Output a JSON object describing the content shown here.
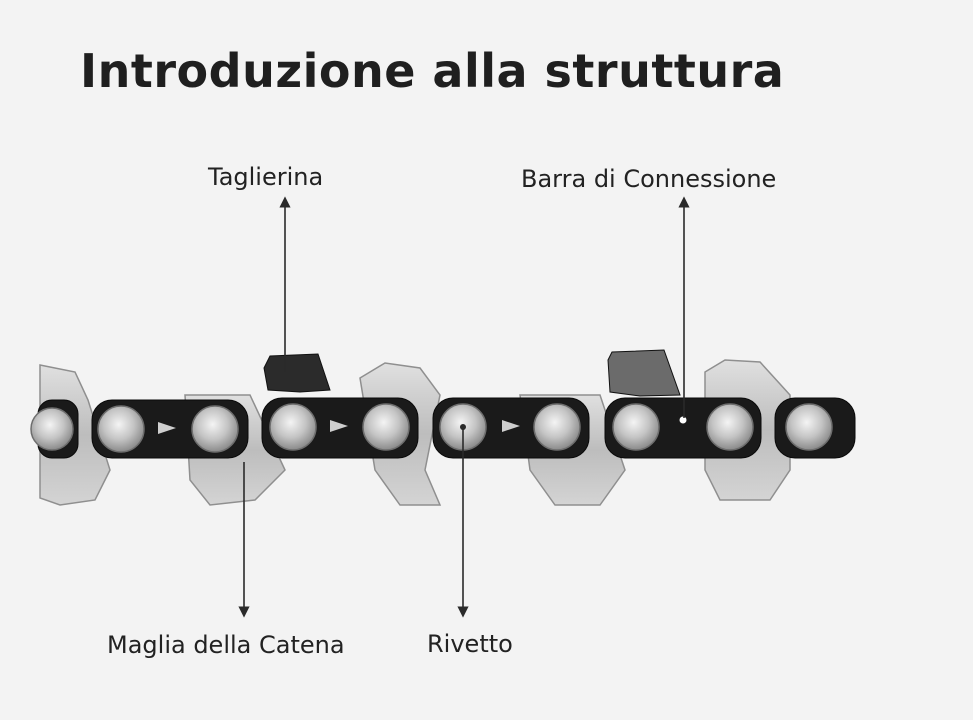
{
  "title": "Introduzione alla struttura",
  "labels": {
    "cutter": "Taglierina",
    "connecting_bar": "Barra di Connessione",
    "chain_link": "Maglia della Catena",
    "rivet": "Rivetto"
  },
  "colors": {
    "background": "#f3f3f3",
    "text": "#1f1f1f",
    "link_plate": "#1a1a1a",
    "steel": "#c9c9c9",
    "arrow": "#2a2a2a"
  }
}
